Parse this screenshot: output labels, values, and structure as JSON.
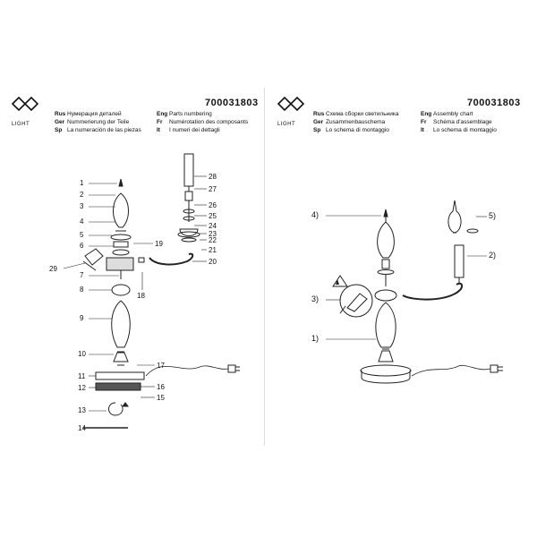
{
  "brand": {
    "logo_text": "LIGHT"
  },
  "left_sheet": {
    "code": "700031803",
    "headers": [
      {
        "lang": "Rus",
        "text": "Нумерация деталей"
      },
      {
        "lang": "Ger",
        "text": "Nummerierung der Teile"
      },
      {
        "lang": "Sp",
        "text": "La numeración de las piezas"
      },
      {
        "lang": "Eng",
        "text": "Parts numbering"
      },
      {
        "lang": "Fr",
        "text": "Numérotation des composants"
      },
      {
        "lang": "It",
        "text": "I numeri dei dettagli"
      }
    ],
    "part_numbers": [
      "1",
      "2",
      "3",
      "4",
      "5",
      "6",
      "7",
      "8",
      "9",
      "10",
      "11",
      "12",
      "13",
      "14",
      "15",
      "16",
      "17",
      "18",
      "19",
      "20",
      "21",
      "22",
      "23",
      "24",
      "25",
      "26",
      "27",
      "28",
      "29"
    ]
  },
  "right_sheet": {
    "code": "700031803",
    "headers": [
      {
        "lang": "Rus",
        "text": "Схема сборки светильника"
      },
      {
        "lang": "Ger",
        "text": "Zusammenbauschema"
      },
      {
        "lang": "Sp",
        "text": "Lo schema di montaggio"
      },
      {
        "lang": "Eng",
        "text": "Assembly chart"
      },
      {
        "lang": "Fr",
        "text": "Schéma d'assemblage"
      },
      {
        "lang": "It",
        "text": "Lo schema di montaggio"
      }
    ],
    "step_labels": [
      "1)",
      "2)",
      "3)",
      "4)",
      "5)"
    ]
  }
}
